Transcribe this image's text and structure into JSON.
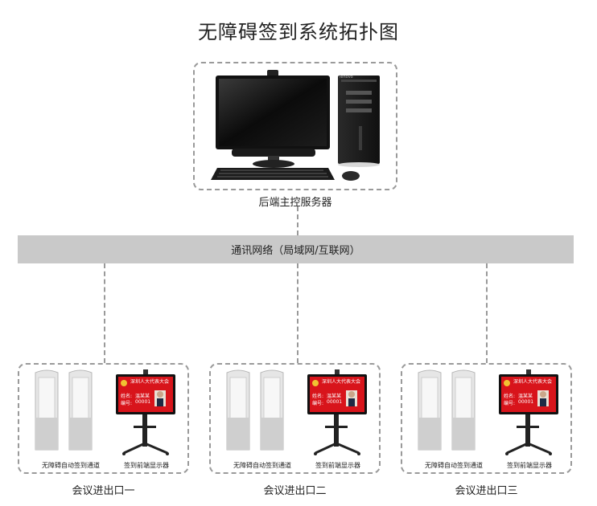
{
  "title": "无障碍签到系统拓扑图",
  "server": {
    "label": "后端主控服务器",
    "monitor_brand": "lenovo"
  },
  "network": {
    "label": "通讯网络（局域网/互联网）"
  },
  "exits": [
    {
      "label": "会议进出口一",
      "gate_label": "无障碍自动签到通道",
      "display_label": "签到前端显示器",
      "screen": {
        "header": "深圳人大代表大会",
        "line1_key": "姓名:",
        "line1_val": "温某某",
        "line2_key": "编号:",
        "line2_val": "00001"
      }
    },
    {
      "label": "会议进出口二",
      "gate_label": "无障碍自动签到通道",
      "display_label": "签到前端显示器",
      "screen": {
        "header": "深圳人大代表大会",
        "line1_key": "姓名:",
        "line1_val": "温某某",
        "line2_key": "编号:",
        "line2_val": "00001"
      }
    },
    {
      "label": "会议进出口三",
      "gate_label": "无障碍自动签到通道",
      "display_label": "签到前端显示器",
      "screen": {
        "header": "深圳人大代表大会",
        "line1_key": "姓名:",
        "line1_val": "温某某",
        "line2_key": "编号:",
        "line2_val": "00001"
      }
    }
  ],
  "colors": {
    "network_bar": "#c9c9c9",
    "dash": "#9a9a9a",
    "screen_red": "#d8141b"
  }
}
